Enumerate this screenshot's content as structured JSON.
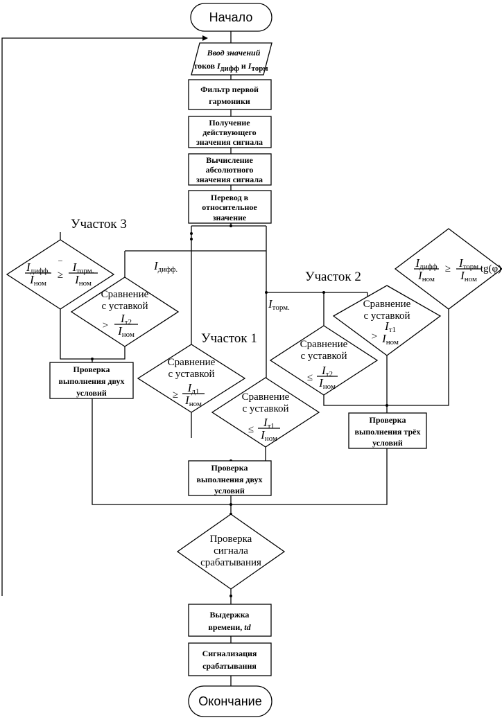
{
  "start": "Начало",
  "end": "Окончание",
  "input": {
    "line1": "Ввод значений",
    "line2_prefix": "токов ",
    "i1": "I",
    "i1_sub": "дифф",
    "and": " и ",
    "i2": "I",
    "i2_sub": "торм"
  },
  "steps": [
    {
      "lines": [
        "Фильтр первой",
        "гармоники"
      ]
    },
    {
      "lines": [
        "Получение",
        "действующего",
        "значения сигнала"
      ]
    },
    {
      "lines": [
        "Вычисление",
        "абсолютного",
        "значения сигнала"
      ]
    },
    {
      "lines": [
        "Перевод в",
        "относительное",
        "значение"
      ]
    }
  ],
  "signals": {
    "diff": {
      "main": "I",
      "sub": "дифф."
    },
    "brake": {
      "main": "I",
      "sub": "торм."
    }
  },
  "sections": {
    "s1": {
      "title": "Участок 1"
    },
    "s2": {
      "title": "Участок 2"
    },
    "s3": {
      "title": "Участок 3"
    }
  },
  "compare": {
    "line1": "Сравнение",
    "line2": "с уставкой"
  },
  "diamonds": {
    "s3_cond": {
      "left": {
        "num": "I",
        "num_sub": "дифф.",
        "den": "I",
        "den_sub": "ном"
      },
      "op": "≥",
      "right": {
        "num": "I",
        "num_sub": "торм.",
        "den": "I",
        "den_sub": "ном"
      }
    },
    "s3_set": {
      "op": ">",
      "frac": {
        "num": "I",
        "num_sub": "т2",
        "den": "I",
        "den_sub": "ном"
      }
    },
    "s1_set_a": {
      "op": "≥",
      "frac": {
        "num": "I",
        "num_sub": "д1",
        "den": "I",
        "den_sub": "ном"
      }
    },
    "s1_set_b": {
      "op": "≤",
      "frac": {
        "num": "I",
        "num_sub": "т1",
        "den": "I",
        "den_sub": "ном"
      }
    },
    "s2_set_a": {
      "op": "≤",
      "frac": {
        "num": "I",
        "num_sub": "т2",
        "den": "I",
        "den_sub": "ном"
      }
    },
    "s2_set_b": {
      "op": ">",
      "frac": {
        "num": "I",
        "num_sub": "т1",
        "den": "I",
        "den_sub": "ном"
      }
    },
    "s2_cond": {
      "left": {
        "num": "I",
        "num_sub": "дифф",
        "den": "I",
        "den_sub": "ном"
      },
      "op": "≥",
      "right": {
        "num": "I",
        "num_sub": "торм",
        "den": "I",
        "den_sub": "ном"
      },
      "tail": "tg(φ)"
    }
  },
  "checks": {
    "two_s3": {
      "lines": [
        "Проверка",
        "выполнения двух",
        "условий"
      ]
    },
    "two_s1": {
      "lines": [
        "Проверка",
        "выполнения двух",
        "условий"
      ]
    },
    "three_s2": {
      "lines": [
        "Проверка",
        "выполнения трёх",
        "условий"
      ]
    }
  },
  "final_check": {
    "lines": [
      "Проверка",
      "сигнала",
      "срабатывания"
    ]
  },
  "delay": {
    "line1": "Выдержка",
    "line2_prefix": "времени, ",
    "line2_var": "td"
  },
  "alarm": {
    "lines": [
      "Сигнализация",
      "срабатывания"
    ]
  }
}
